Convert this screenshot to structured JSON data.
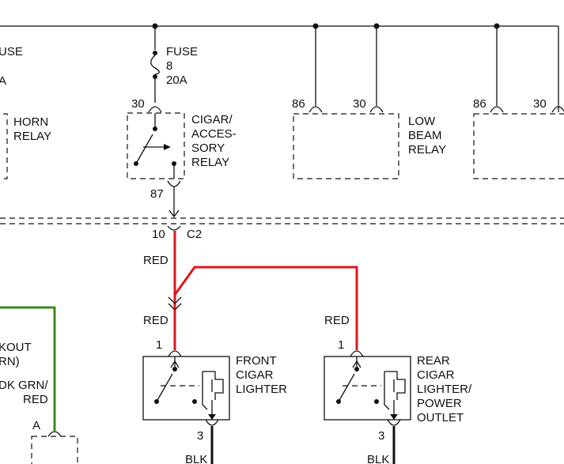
{
  "colors": {
    "red_wire": "#e0161b",
    "green_wire": "#3c8a1e",
    "black_wire": "#111111",
    "line": "#111111"
  },
  "fuse": {
    "label": "FUSE",
    "number": "8",
    "rating": "20A"
  },
  "fuse_left": {
    "label_part": "USE",
    "rating_part": "A"
  },
  "horn_relay": {
    "line1": "HORN",
    "line2": "RELAY"
  },
  "cigar_relay": {
    "pin_in": "30",
    "pin_out": "87",
    "line1": "CIGAR/",
    "line2": "ACCES-",
    "line3": "SORY",
    "line4": "RELAY"
  },
  "low_beam_relay": {
    "pin_a": "86",
    "pin_b": "30",
    "line1": "LOW",
    "line2": "BEAM",
    "line3": "RELAY"
  },
  "right_relay": {
    "pin_a": "86",
    "pin_b": "30"
  },
  "connector_c2": {
    "pin": "10",
    "name": "C2"
  },
  "wire_labels": {
    "red_1": "RED",
    "red_2": "RED",
    "red_3": "RED",
    "left_green_a": "DK GRN/",
    "left_green_b": "RED",
    "blk_1": "BLK",
    "blk_2": "BLK"
  },
  "left_fragment": {
    "line1": "KOUT",
    "line2": "RN)",
    "connector": "A"
  },
  "front_lighter": {
    "pin_in": "1",
    "pin_out": "3",
    "line1": "FRONT",
    "line2": "CIGAR",
    "line3": "LIGHTER"
  },
  "rear_lighter": {
    "pin_in": "1",
    "pin_out": "3",
    "line1": "REAR",
    "line2": "CIGAR",
    "line3": "LIGHTER/",
    "line4": "POWER",
    "line5": "OUTLET"
  }
}
